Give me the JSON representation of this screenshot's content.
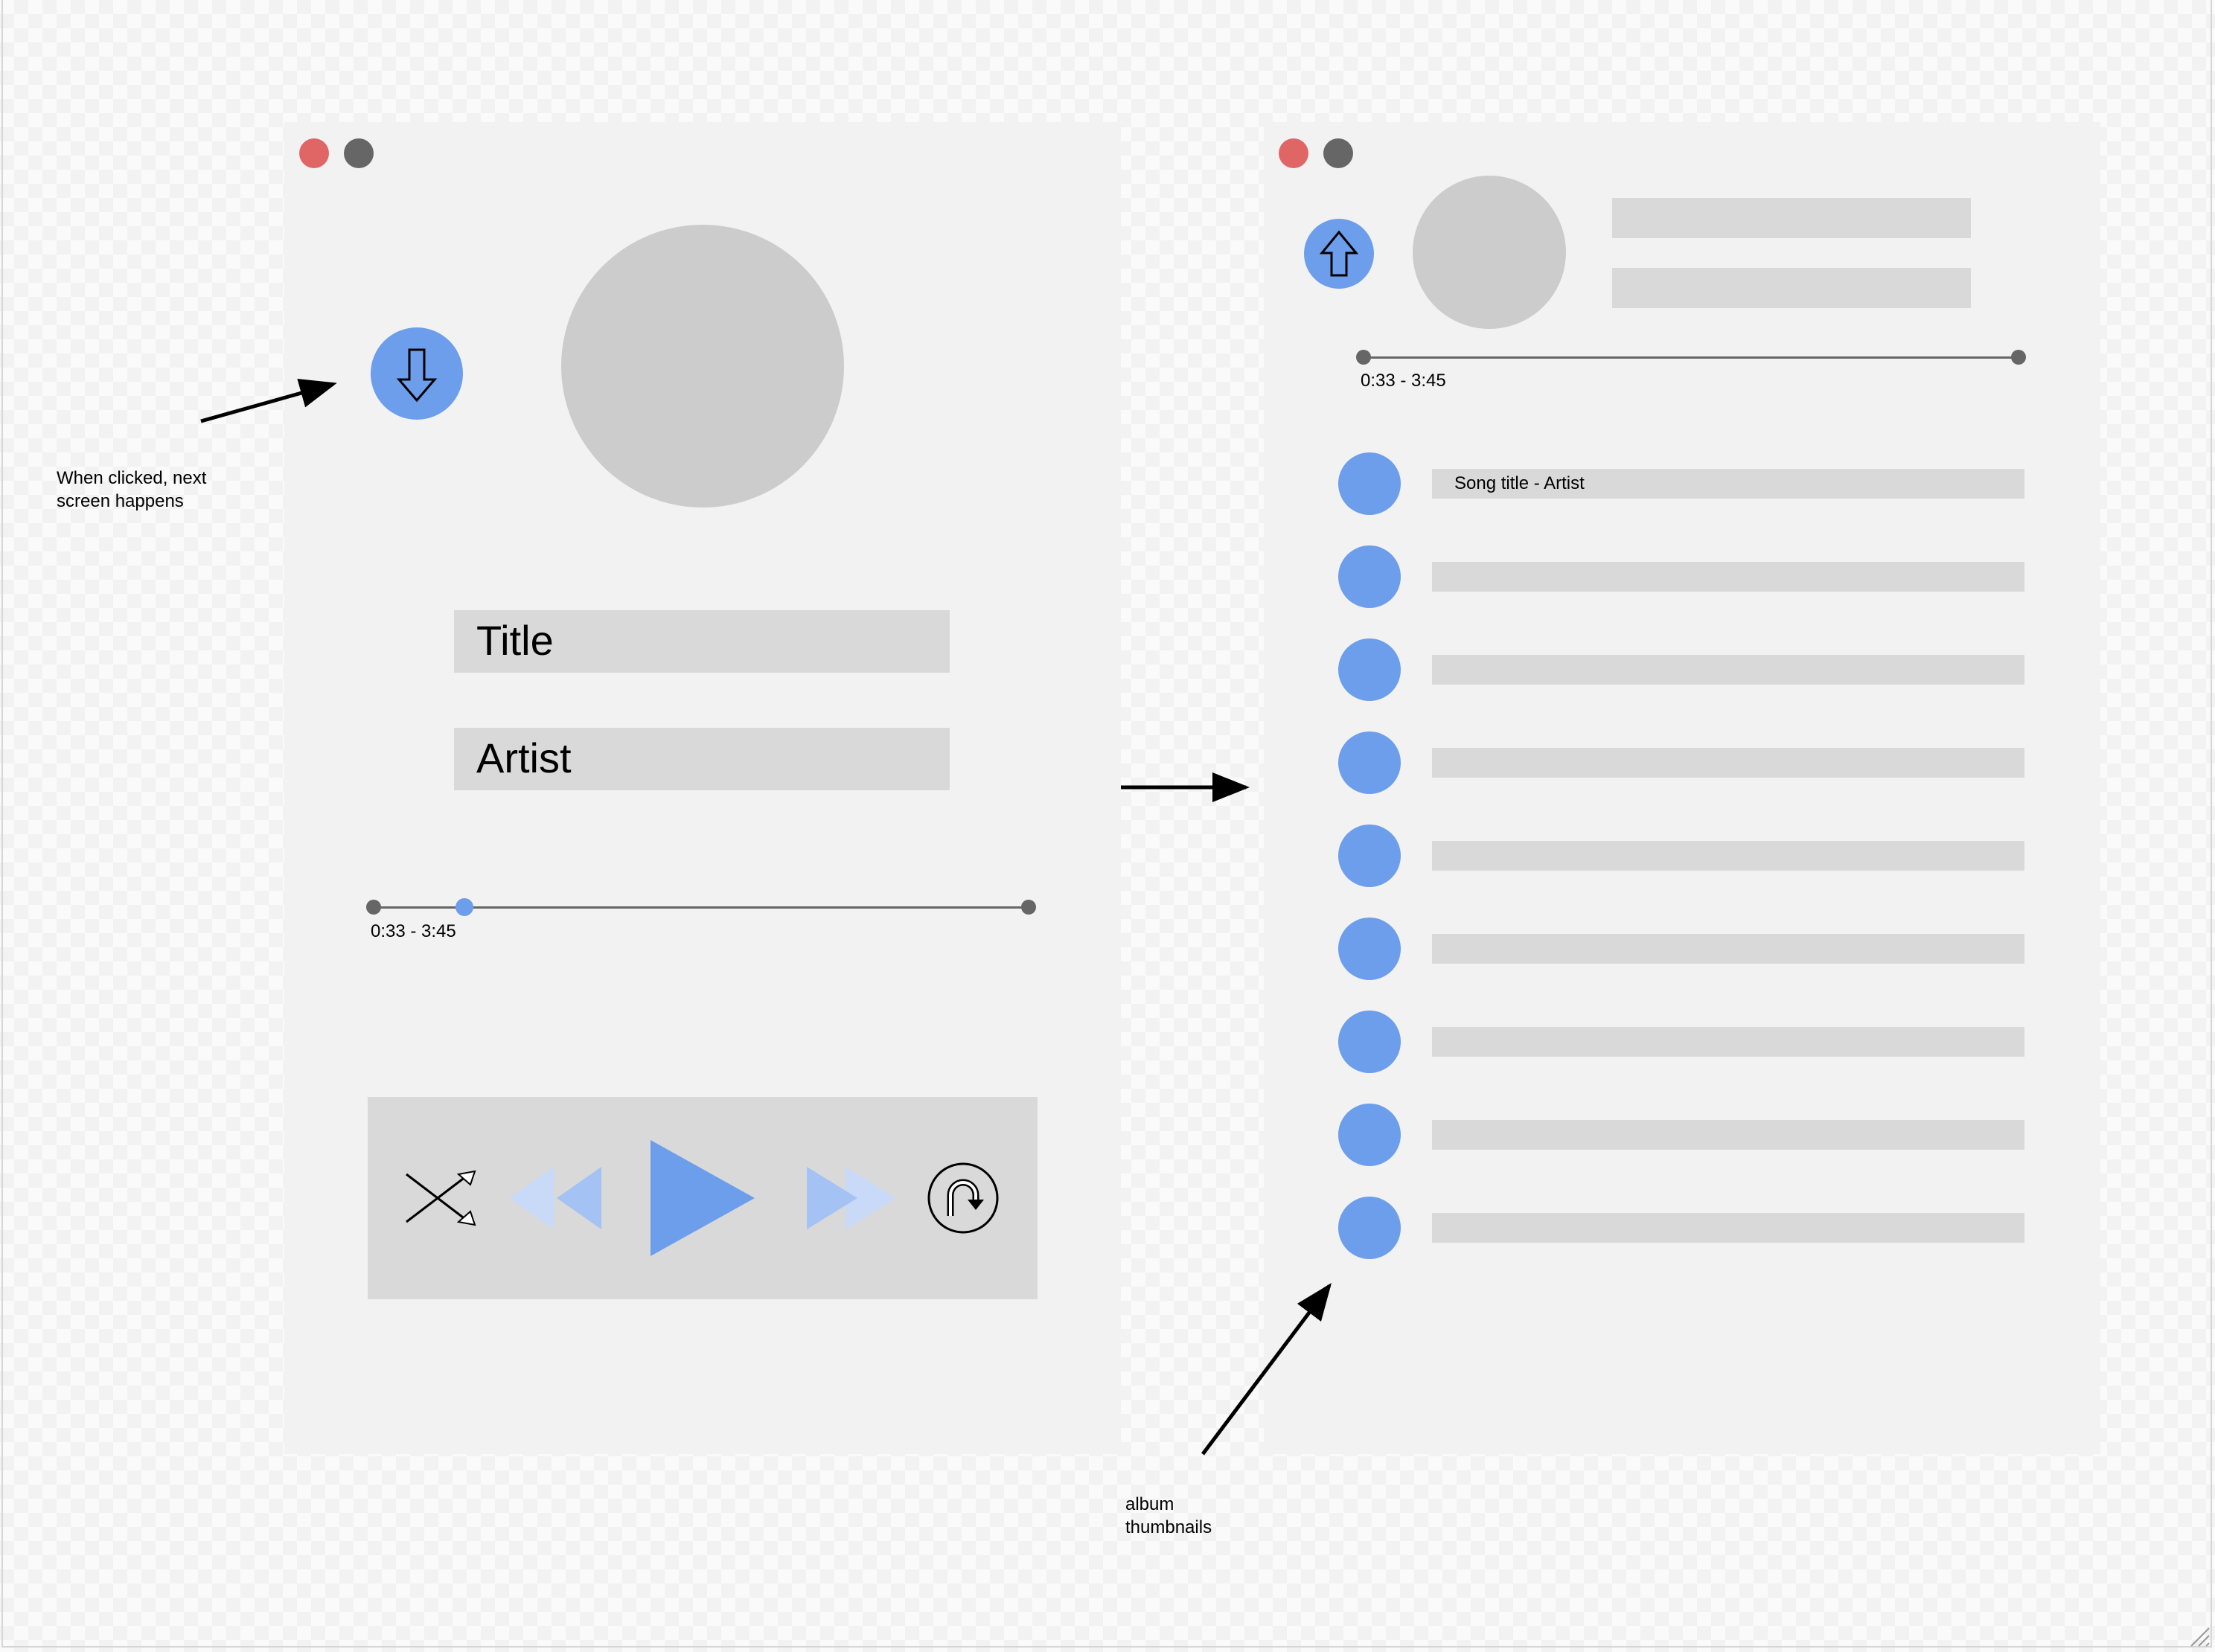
{
  "left_screen": {
    "title_field": "Title",
    "artist_field": "Artist",
    "time": "0:33 - 3:45",
    "download_button_icon": "arrow-down-icon",
    "controls": {
      "shuffle_icon": "shuffle-icon",
      "previous_icon": "rewind-icon",
      "play_icon": "play-icon",
      "next_icon": "fast-forward-icon",
      "repeat_icon": "repeat-icon"
    }
  },
  "right_screen": {
    "time": "0:33 - 3:45",
    "collapse_button_icon": "arrow-up-icon",
    "song_rows": [
      {
        "label": "Song title - Artist"
      },
      {
        "label": ""
      },
      {
        "label": ""
      },
      {
        "label": ""
      },
      {
        "label": ""
      },
      {
        "label": ""
      },
      {
        "label": ""
      },
      {
        "label": ""
      },
      {
        "label": ""
      }
    ]
  },
  "annotations": {
    "click_note": "When clicked, next\nscreen happens",
    "thumbnail_note": "album\nthumbnails"
  },
  "colors": {
    "accent_blue": "#6d9eeb",
    "light_blue": "#a4c2f4",
    "lighter_blue": "#c9daf8",
    "placeholder_gray": "#d9d9d9",
    "window_close_red": "#e06666"
  }
}
